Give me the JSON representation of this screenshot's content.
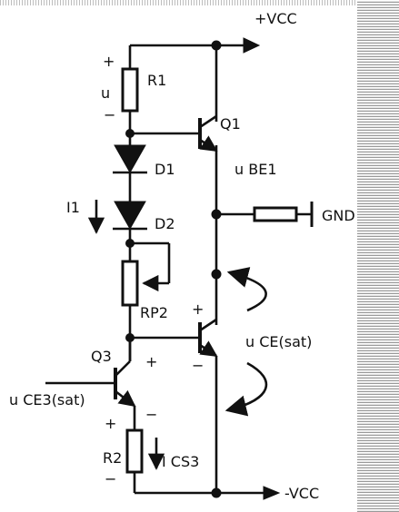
{
  "labels": {
    "vcc": "+VCC",
    "r1": "R1",
    "u_plus": "+",
    "u": "u",
    "u_minus": "−",
    "q1": "Q1",
    "d1": "D1",
    "ube1": "u BE1",
    "i1": "I1",
    "d2": "D2",
    "gnd": "GND",
    "rp2": "RP2",
    "q2_plus": "+",
    "uce_sat": "u CE(sat)",
    "q2_minus": "−",
    "q3": "Q3",
    "q3_plus": "+",
    "uce3_sat": "u CE3(sat)",
    "q3_minus": "−",
    "r2_plus": "+",
    "r2": "R2",
    "ics3": "I CS3",
    "r2_minus": "−",
    "neg_vcc": "-VCC"
  }
}
